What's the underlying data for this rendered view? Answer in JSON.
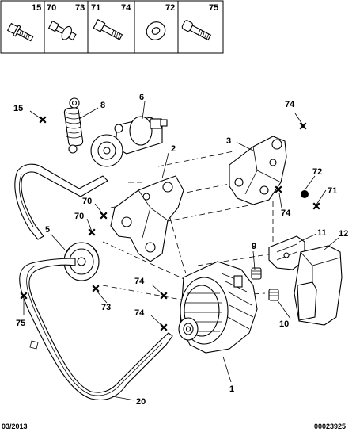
{
  "header_table": [
    {
      "refs": [
        "15"
      ]
    },
    {
      "refs": [
        "70",
        "73"
      ]
    },
    {
      "refs": [
        "71",
        "74"
      ]
    },
    {
      "refs": [
        "72"
      ]
    },
    {
      "refs": [
        "75"
      ]
    }
  ],
  "callouts": {
    "c1": "1",
    "c2": "2",
    "c3": "3",
    "c5": "5",
    "c6": "6",
    "c8": "8",
    "c9": "9",
    "c10": "10",
    "c11": "11",
    "c12": "12",
    "c15": "15",
    "c20": "20",
    "c70a": "70",
    "c70b": "70",
    "c71": "71",
    "c72": "72",
    "c73": "73",
    "c74a": "74",
    "c74b": "74",
    "c74c": "74",
    "c74d": "74",
    "c75": "75"
  },
  "footer": {
    "date": "03/2013",
    "code": "00023925"
  }
}
